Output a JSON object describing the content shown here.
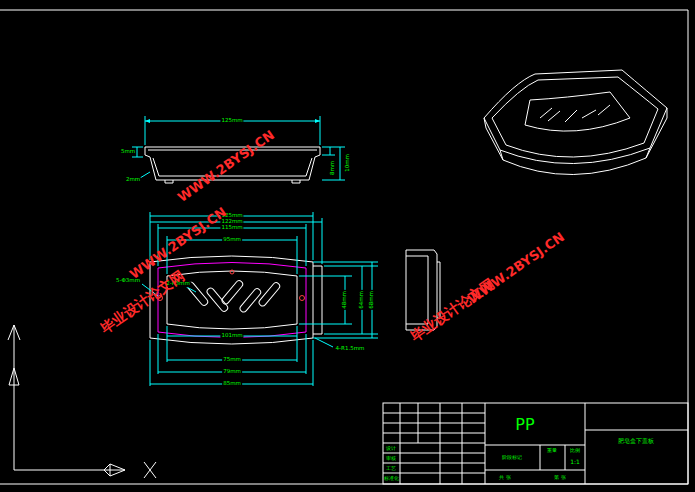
{
  "diagram": {
    "labels": [
      "125mm",
      "5mm",
      "2mm",
      "10mm",
      "8mm",
      "125mm",
      "122mm",
      "115mm",
      "95mm",
      "5-Φ3mm",
      "2-R3mm",
      "4-R1.5mm",
      "101mm",
      "75mm",
      "79mm",
      "85mm",
      "48mm",
      "64mm",
      "68mm",
      "PP",
      "肥皂盒下盖板",
      "设计",
      "审核",
      "工艺",
      "标准化",
      "阶段标记",
      "重量",
      "比例",
      "1:1",
      "共 张",
      "第 张",
      "WWW.2BYSJ.CN",
      "毕业设计论文网",
      "WWW.2BYSJ.CN",
      "WWW.2BYSJ.CN",
      "毕业设计论文网"
    ]
  }
}
